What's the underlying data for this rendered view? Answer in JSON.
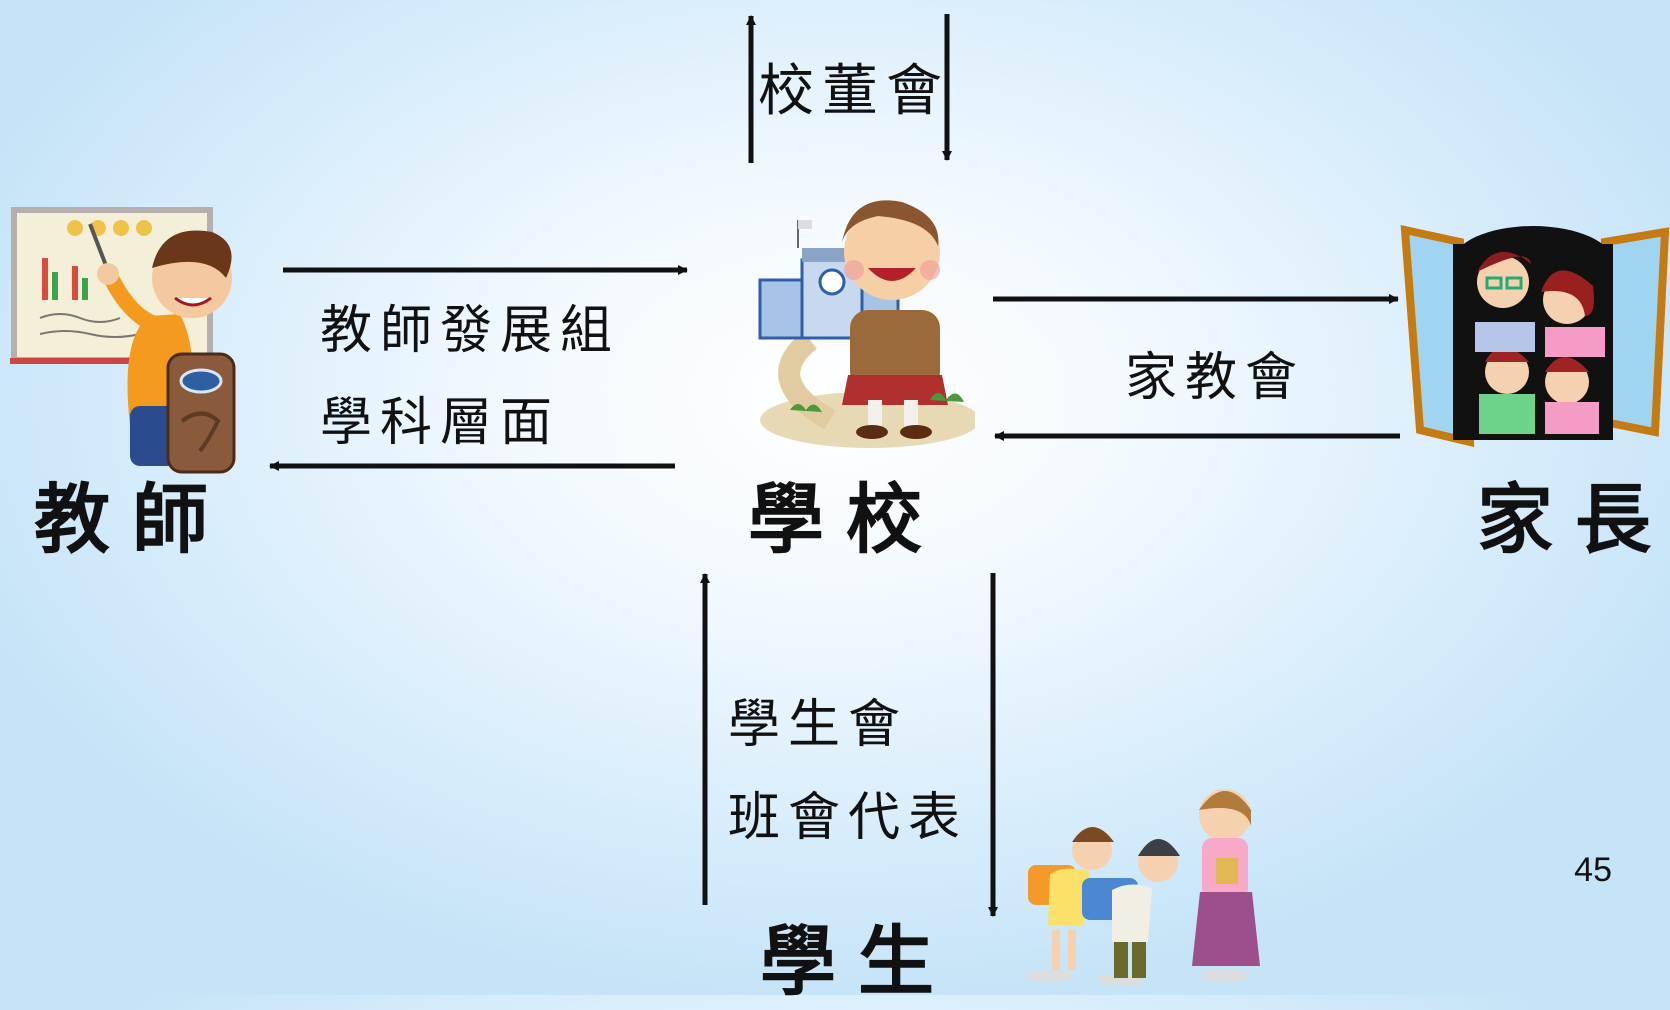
{
  "nodes": {
    "teacher": "教師",
    "school": "學校",
    "parents": "家長",
    "students": "學生"
  },
  "links": {
    "board": "校董會",
    "teacher_dev": "教師發展組",
    "subject_level": "學科層面",
    "pta": "家教會",
    "student_union": "學生會",
    "class_rep": "班會代表"
  },
  "page_number": "45"
}
